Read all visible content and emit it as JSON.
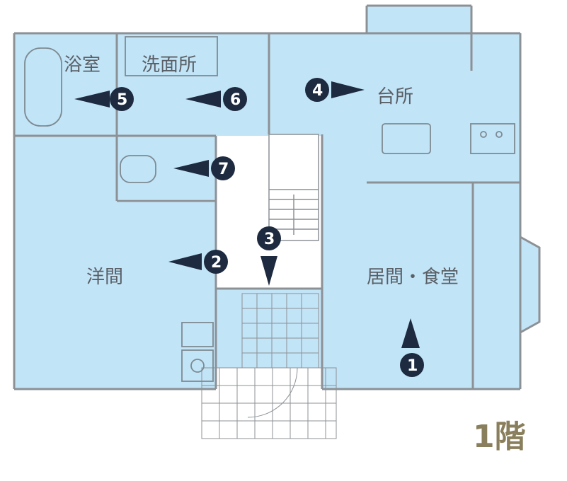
{
  "rooms": {
    "bath": "浴室",
    "washroom": "洗面所",
    "kitchen": "台所",
    "western_room": "洋間",
    "living_dining": "居間・食堂"
  },
  "markers": [
    "1",
    "2",
    "3",
    "4",
    "5",
    "6",
    "7"
  ],
  "floor_label": "1階",
  "colors": {
    "room_fill": "#c2e4f7",
    "wall": "#8c9196",
    "fixture": "#7d8a92",
    "marker": "#1d2a3f",
    "floor_label": "#8a7f5c"
  }
}
